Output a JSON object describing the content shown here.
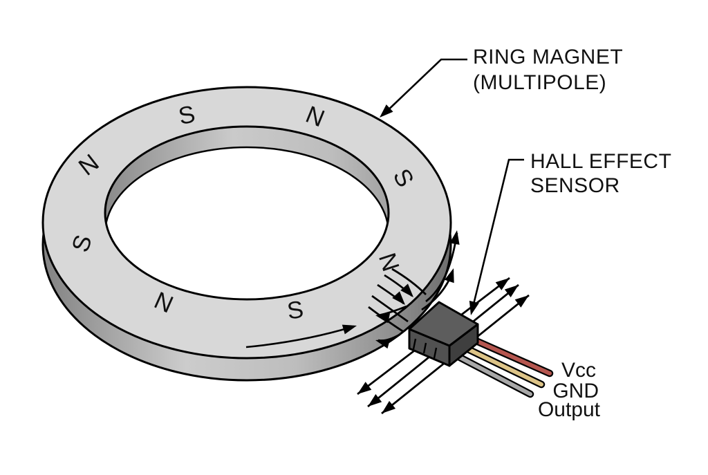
{
  "diagram": {
    "title_semantic": "Ring magnet with hall effect sensor diagram",
    "background_color": "#ffffff",
    "ring": {
      "label_line1": "RING MAGNET",
      "label_line2": "(MULTIPOLE)",
      "pole_count": 8,
      "top_face_color": "#d8d8d8",
      "poles": [
        {
          "label": "S"
        },
        {
          "label": "N"
        },
        {
          "label": "S"
        },
        {
          "label": "N"
        },
        {
          "label": "S"
        },
        {
          "label": "N"
        },
        {
          "label": "S"
        },
        {
          "label": "N"
        }
      ]
    },
    "sensor": {
      "label_line1": "HALL EFFECT",
      "label_line2": "SENSOR",
      "body_color": "#5d5d5d",
      "pins": [
        {
          "name": "Vcc",
          "label": "Vcc",
          "wire_color": "#b5564f"
        },
        {
          "name": "GND",
          "label": "GND",
          "wire_color": "#ddc488"
        },
        {
          "name": "Output",
          "label": "Output",
          "wire_color": "#a8a8a8"
        }
      ]
    }
  }
}
